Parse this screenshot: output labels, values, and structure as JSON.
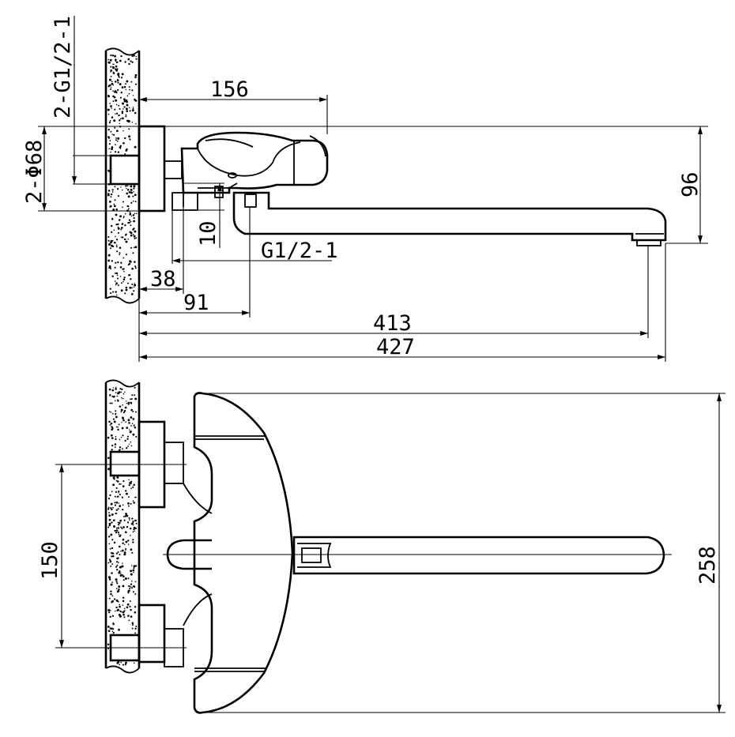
{
  "dimensions": {
    "thread_inlet": "2-G1/2-1",
    "flange_diameter": "2-Φ68",
    "body_length": "156",
    "spout_height": "96",
    "outlet_thread": "G1/2-1",
    "outlet_offset": "10",
    "wall_to_body": "38",
    "wall_to_outlet": "91",
    "spout_reach": "413",
    "overall_length": "427",
    "inlet_centers": "150",
    "overall_height": "258"
  },
  "colors": {
    "line": "#000000",
    "background": "#ffffff"
  }
}
